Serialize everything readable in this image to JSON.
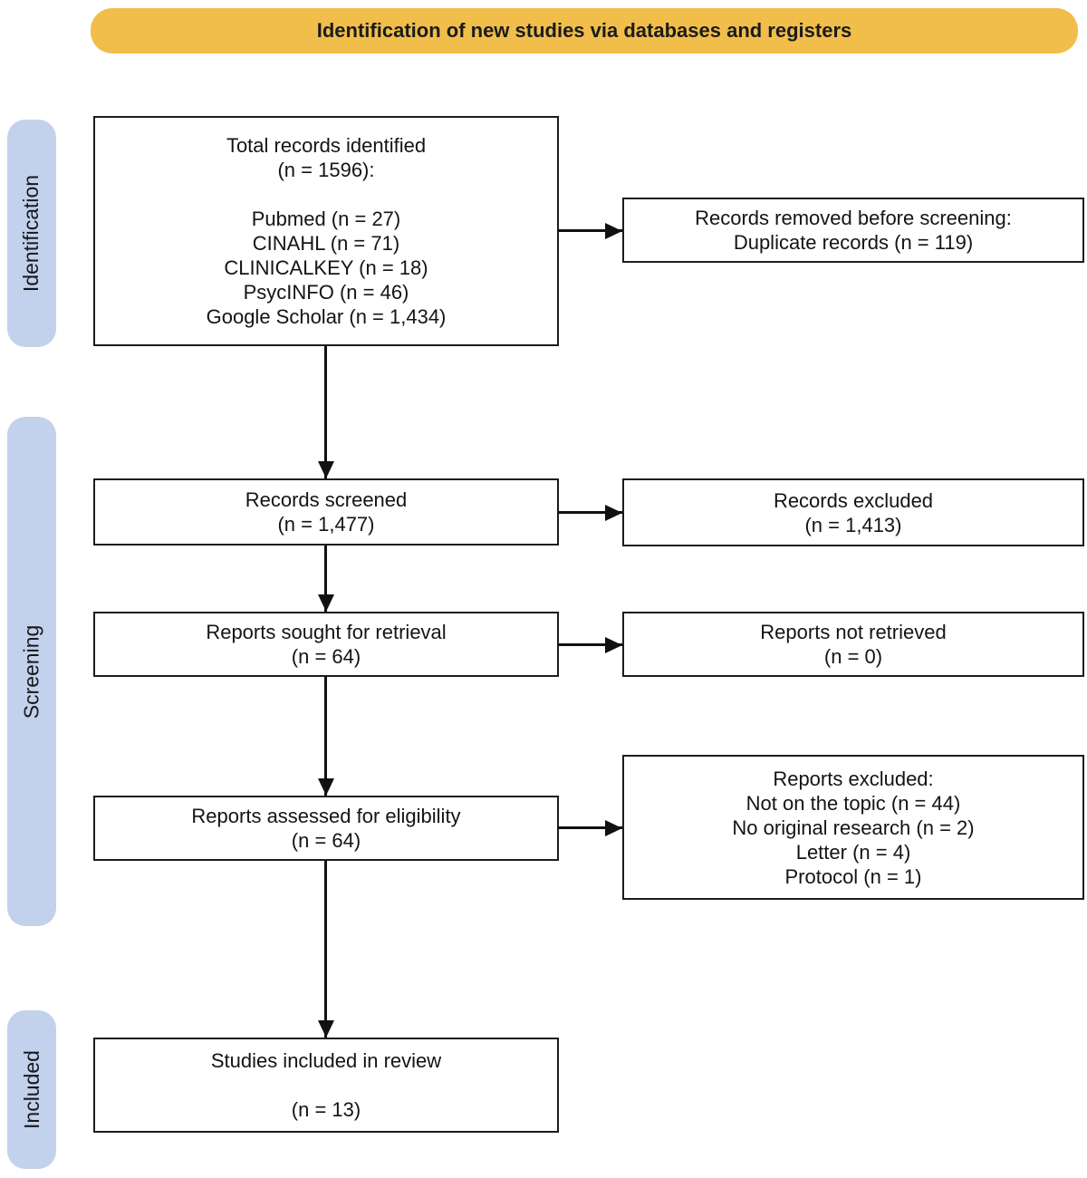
{
  "banner": {
    "label": "Identification of new studies via databases and registers"
  },
  "sidebar": {
    "identification_label": "Identification",
    "screening_label": "Screening",
    "included_label": "Included"
  },
  "colors": {
    "banner_bg": "#F1BE4B",
    "stage_bg": "#C2D1EC",
    "box_border": "#1C1C1C",
    "arrow": "#111111"
  },
  "boxes": {
    "total_records": {
      "lines": [
        "Total records identified",
        "(n = 1596):",
        "",
        "Pubmed (n = 27)",
        "CINAHL (n = 71)",
        "CLINICALKEY (n = 18)",
        "PsycINFO (n = 46)",
        "Google Scholar (n = 1,434)"
      ]
    },
    "records_removed": {
      "lines": [
        "Records removed before screening:",
        "Duplicate records (n = 119)"
      ]
    },
    "records_screened": {
      "lines": [
        "Records screened",
        "(n = 1,477)"
      ]
    },
    "records_excluded": {
      "lines": [
        "Records excluded",
        "(n = 1,413)"
      ]
    },
    "reports_sought": {
      "lines": [
        "Reports sought for retrieval",
        "(n = 64)"
      ]
    },
    "reports_not_retrieved": {
      "lines": [
        "Reports not retrieved",
        "(n = 0)"
      ]
    },
    "reports_assessed": {
      "lines": [
        "Reports assessed for eligibility",
        "(n = 64)"
      ]
    },
    "reports_excluded": {
      "lines": [
        "Reports excluded:",
        "Not on the topic (n = 44)",
        "No original research (n = 2)",
        "Letter (n = 4)",
        "Protocol (n = 1)"
      ]
    },
    "studies_included": {
      "lines": [
        "Studies included in review",
        "",
        "(n = 13)"
      ]
    }
  }
}
